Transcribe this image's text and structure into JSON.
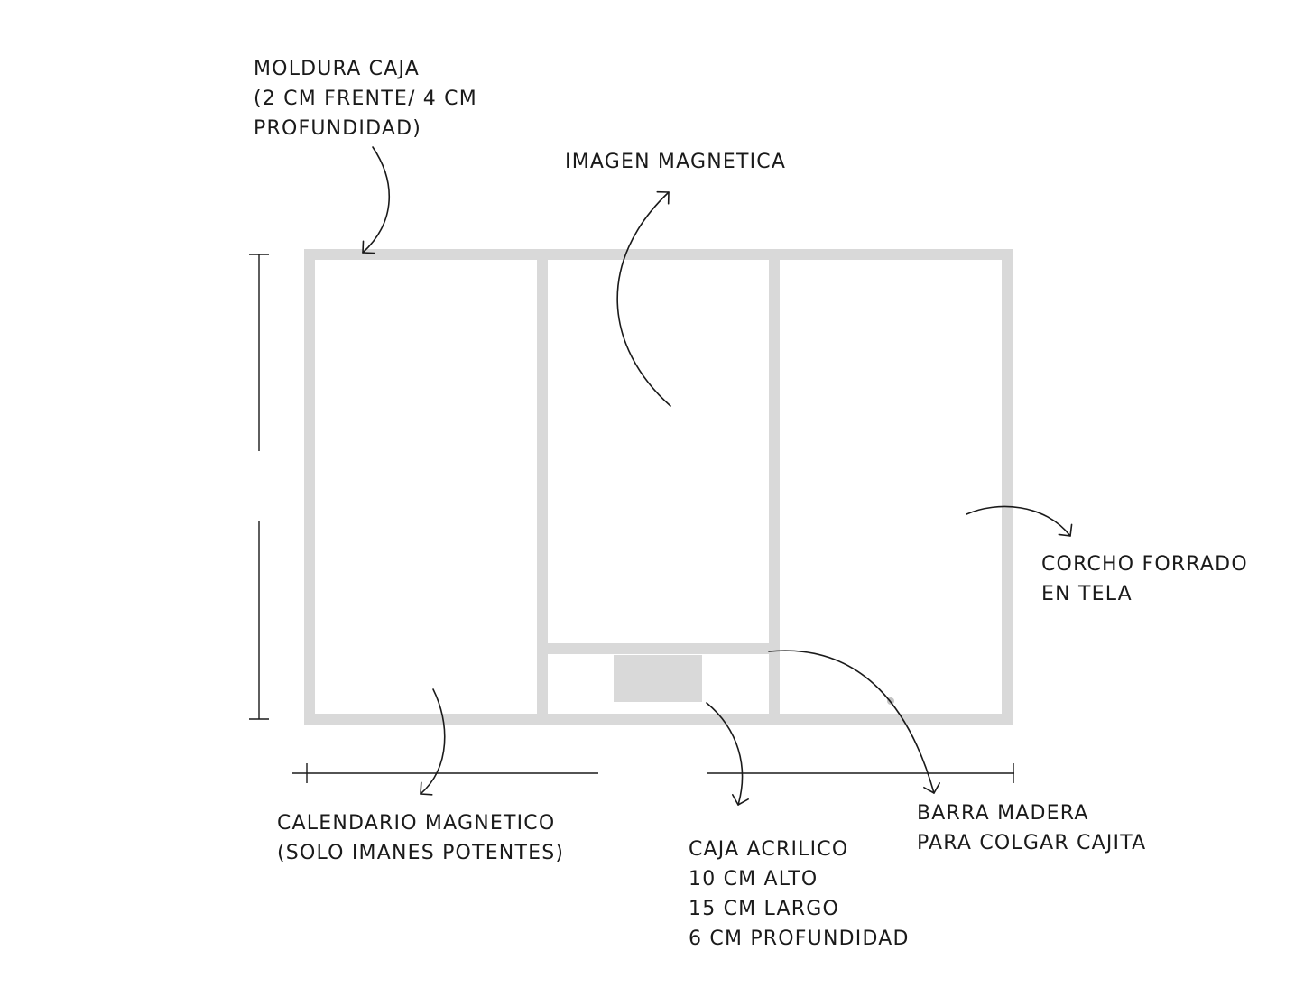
{
  "colors": {
    "frame": "#d9d9d9",
    "ink": "#1a1a1a",
    "background": "#ffffff"
  },
  "labels": {
    "moldura": {
      "line1": "MOLDURA CAJA",
      "line2": "(2 CM FRENTE/ 4 CM",
      "line3": "PROFUNDIDAD)"
    },
    "imagen": {
      "line1": "IMAGEN MAGNETICA"
    },
    "corcho": {
      "line1": "CORCHO FORRADO",
      "line2": "EN TELA"
    },
    "calendario": {
      "line1": "CALENDARIO MAGNETICO",
      "line2": "(SOLO IMANES POTENTES)"
    },
    "caja": {
      "line1": "CAJA ACRILICO",
      "line2": "10 CM ALTO",
      "line3": "15 CM LARGO",
      "line4": "6 CM PROFUNDIDAD"
    },
    "barra": {
      "line1": "BARRA MADERA",
      "line2": "PARA COLGAR CAJITA"
    }
  }
}
